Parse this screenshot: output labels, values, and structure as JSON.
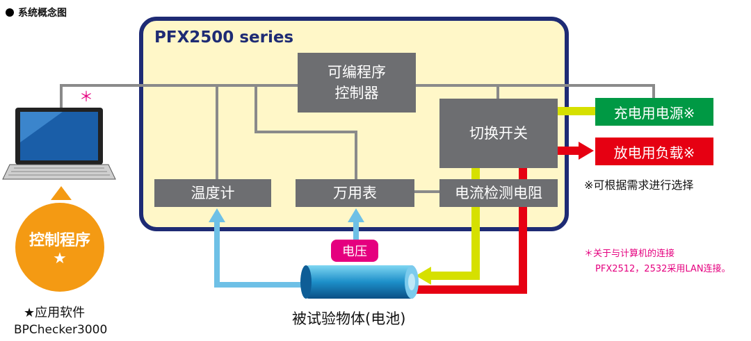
{
  "title": "系统概念图",
  "system": {
    "series_name": "PFX2500 series",
    "programmable_controller": "可编程序\n控制器",
    "switch": "切换开关",
    "thermometer": "温度计",
    "multimeter": "万用表",
    "current_sense_resistor": "电流检测电阻"
  },
  "external": {
    "charge_supply": "充电用电源※",
    "discharge_load": "放电用负载※",
    "optional_note": "※可根据需求进行选择"
  },
  "pc": {
    "asterisk": "＊",
    "control_program_line1": "控制程序",
    "control_program_star": "★",
    "software_label": "★应用软件",
    "software_name": "BPChecker3000"
  },
  "dut": {
    "voltage_label": "电压",
    "battery_label": "被试验物体(电池)"
  },
  "lan_note": {
    "line1": "＊关于与计算机的连接",
    "line2": "PFX2512，2532采用LAN连接。"
  },
  "colors": {
    "frame_fill": "#fff7c8",
    "frame_border": "#1e2b74",
    "box_gray": "#6d6e71",
    "charge_green": "#009944",
    "discharge_red": "#e60012",
    "yellow_line": "#d6e000",
    "blue_arrow": "#6ec0e6",
    "pc_circle": "#f49a13",
    "accent_pink": "#e5007f"
  }
}
